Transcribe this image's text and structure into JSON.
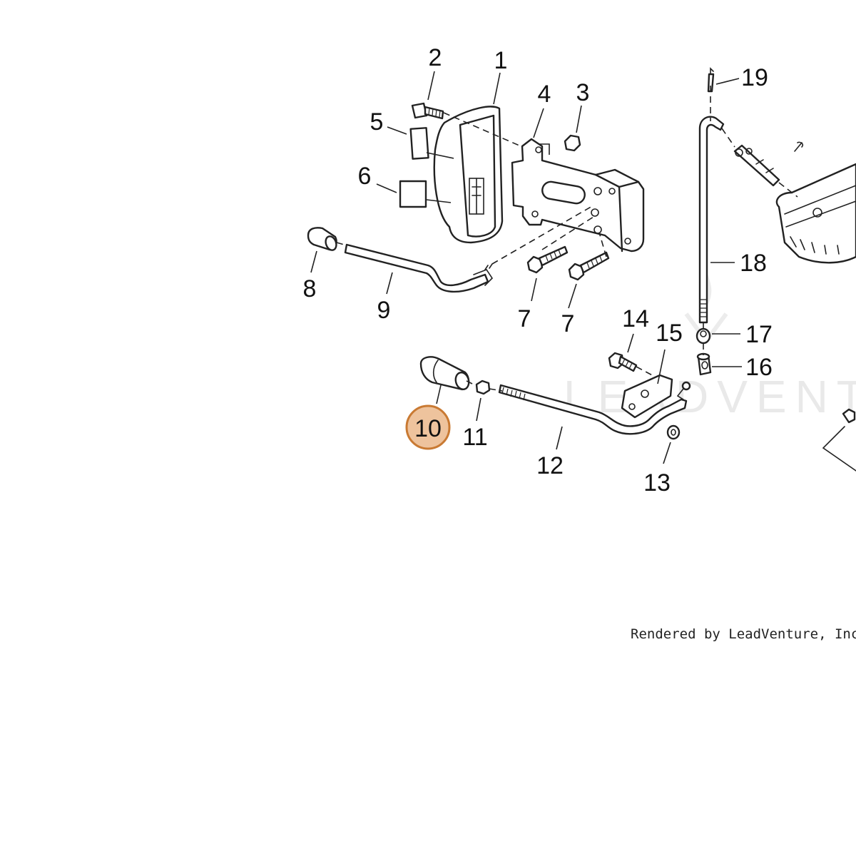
{
  "diagram": {
    "highlight_color": "#eec39d",
    "highlight_stroke": "#c97a33",
    "selected_callout": "10",
    "callouts": [
      {
        "id": "c1",
        "text": "1"
      },
      {
        "id": "c2",
        "text": "2"
      },
      {
        "id": "c3",
        "text": "3"
      },
      {
        "id": "c4",
        "text": "4"
      },
      {
        "id": "c5",
        "text": "5"
      },
      {
        "id": "c6",
        "text": "6"
      },
      {
        "id": "c7a",
        "text": "7"
      },
      {
        "id": "c7b",
        "text": "7"
      },
      {
        "id": "c8",
        "text": "8"
      },
      {
        "id": "c9",
        "text": "9"
      },
      {
        "id": "c10",
        "text": "10"
      },
      {
        "id": "c11",
        "text": "11"
      },
      {
        "id": "c12",
        "text": "12"
      },
      {
        "id": "c13",
        "text": "13"
      },
      {
        "id": "c14",
        "text": "14"
      },
      {
        "id": "c15",
        "text": "15"
      },
      {
        "id": "c16",
        "text": "16"
      },
      {
        "id": "c17",
        "text": "17"
      },
      {
        "id": "c18",
        "text": "18"
      },
      {
        "id": "c19",
        "text": "19"
      }
    ],
    "watermark": "LEADVENTURE",
    "credit": "Rendered by LeadVenture, Inc."
  }
}
